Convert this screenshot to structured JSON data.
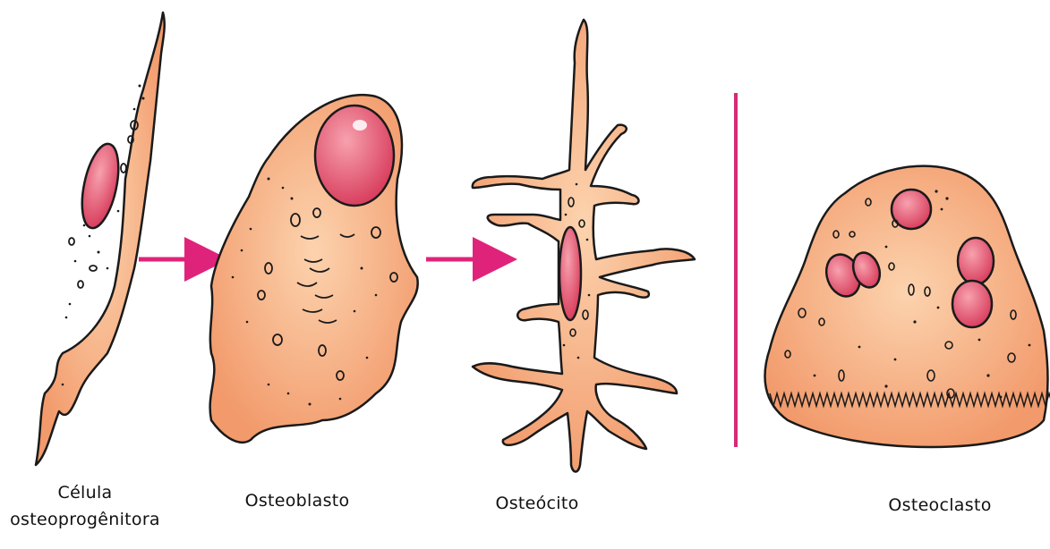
{
  "labels": {
    "progenitor_line1": "Célula",
    "progenitor_line2": "osteoprogênitora",
    "osteoblast": "Osteoblasto",
    "osteocyte": "Osteócito",
    "osteoclast": "Osteoclasto"
  },
  "colors": {
    "cell_fill": "#F6A878",
    "cell_fill_light": "#FAC79E",
    "nucleus": "#E8546E",
    "nucleus_light": "#F59AA6",
    "outline": "#1a1a1a",
    "arrow": "#E0237A",
    "divider": "#D42A78"
  }
}
